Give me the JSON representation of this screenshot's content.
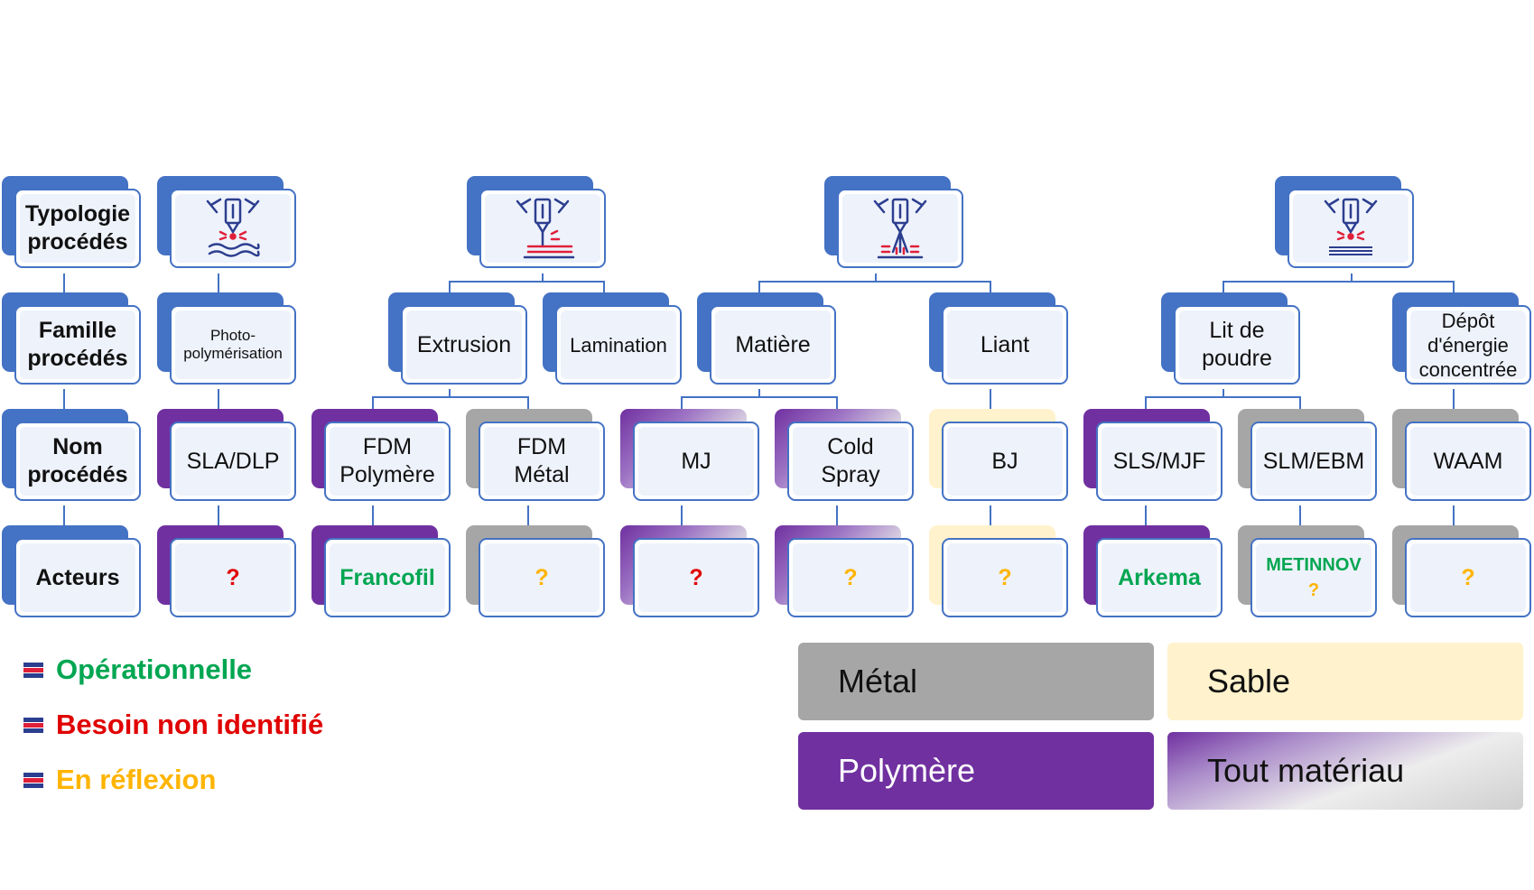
{
  "row_labels": [
    {
      "key": "typologie",
      "text": "Typologie\nprocédés"
    },
    {
      "key": "famille",
      "text": "Famille\nprocédés"
    },
    {
      "key": "nom",
      "text": "Nom\nprocédés"
    },
    {
      "key": "acteurs",
      "text": "Acteurs"
    }
  ],
  "icons": [
    {
      "key": "photopolymerisation",
      "icon": "vat-photopolymerization-icon"
    },
    {
      "key": "extrusion",
      "icon": "material-extrusion-icon"
    },
    {
      "key": "projection",
      "icon": "material-jetting-icon"
    },
    {
      "key": "fusion_lit",
      "icon": "powder-bed-fusion-icon"
    }
  ],
  "families": [
    {
      "key": "photo",
      "text": "Photo-\npolymérisation"
    },
    {
      "key": "extrusion",
      "text": "Extrusion"
    },
    {
      "key": "lamination",
      "text": "Lamination"
    },
    {
      "key": "matiere",
      "text": "Matière"
    },
    {
      "key": "liant",
      "text": "Liant"
    },
    {
      "key": "lit_poudre",
      "text": "Lit de\npoudre"
    },
    {
      "key": "depot_energie",
      "text": "Dépôt\nd'énergie\nconcentrée"
    }
  ],
  "processes": [
    {
      "key": "sla",
      "text": "SLA/DLP",
      "material": "Polymère"
    },
    {
      "key": "fdm_poly",
      "text": "FDM\nPolymère",
      "material": "Polymère"
    },
    {
      "key": "fdm_metal",
      "text": "FDM\nMétal",
      "material": "Métal"
    },
    {
      "key": "mj",
      "text": "MJ",
      "material": "Tout matériau"
    },
    {
      "key": "cold_spray",
      "text": "Cold\nSpray",
      "material": "Tout matériau"
    },
    {
      "key": "bj",
      "text": "BJ",
      "material": "Sable"
    },
    {
      "key": "sls",
      "text": "SLS/MJF",
      "material": "Polymère"
    },
    {
      "key": "slm",
      "text": "SLM/EBM",
      "material": "Métal"
    },
    {
      "key": "waam",
      "text": "WAAM",
      "material": "Métal"
    }
  ],
  "actors": [
    {
      "key": "sla",
      "text": "?",
      "status": "Besoin non identifié"
    },
    {
      "key": "fdm_poly",
      "text": "Francofil",
      "status": "Opérationnelle"
    },
    {
      "key": "fdm_metal",
      "text": "?",
      "status": "En réflexion"
    },
    {
      "key": "mj",
      "text": "?",
      "status": "Besoin non identifié"
    },
    {
      "key": "cold_spray",
      "text": "?",
      "status": "En réflexion"
    },
    {
      "key": "bj",
      "text": "?",
      "status": "En réflexion"
    },
    {
      "key": "sls",
      "text": "Arkema",
      "status": "Opérationnelle"
    },
    {
      "key": "slm",
      "text": "METINNOV",
      "text2": "?",
      "status": "Opérationnelle"
    },
    {
      "key": "waam",
      "text": "?",
      "status": "En réflexion"
    }
  ],
  "status_legend": [
    {
      "text": "Opérationnelle",
      "color": "#00a651"
    },
    {
      "text": "Besoin non identifié",
      "color": "#e00000"
    },
    {
      "text": "En réflexion",
      "color": "#ffb400"
    }
  ],
  "material_legend": [
    {
      "text": "Métal",
      "color": "#a6a6a6"
    },
    {
      "text": "Sable",
      "color": "#fff2cc"
    },
    {
      "text": "Polymère",
      "color": "#7030A0"
    },
    {
      "text": "Tout matériau",
      "color": "gradient"
    }
  ],
  "colors": {
    "node_border": "#4472C4",
    "node_back": "#4472C4",
    "icon_blue": "#2c3e8f",
    "icon_red": "#e0203a"
  }
}
